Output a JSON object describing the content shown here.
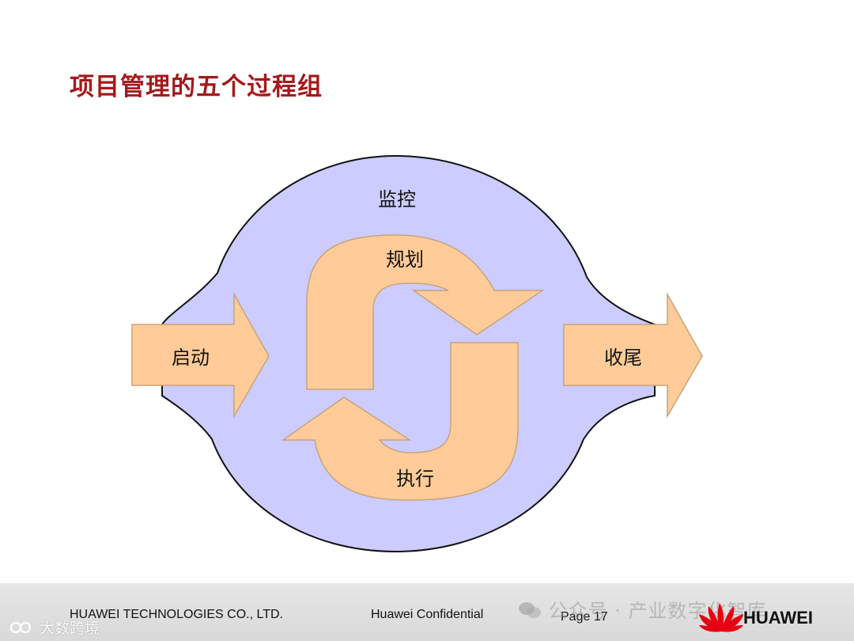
{
  "title": "项目管理的五个过程组",
  "diagram": {
    "monitor_label": "监控",
    "plan_label": "规划",
    "initiate_label": "启动",
    "execute_label": "执行",
    "close_label": "收尾",
    "colors": {
      "circle_fill": "#ccccff",
      "arrow_fill": "#ffcc99",
      "outline": "#111111",
      "arrow_stroke": "#c9a27a"
    }
  },
  "footer": {
    "company": "HUAWEI TECHNOLOGIES CO., LTD.",
    "confidential": "Huawei Confidential",
    "page": "Page 17",
    "brand": "HUAWEI",
    "watermark_right": "公众号 · 产业数字化智库",
    "watermark_left": "大数跨境"
  }
}
